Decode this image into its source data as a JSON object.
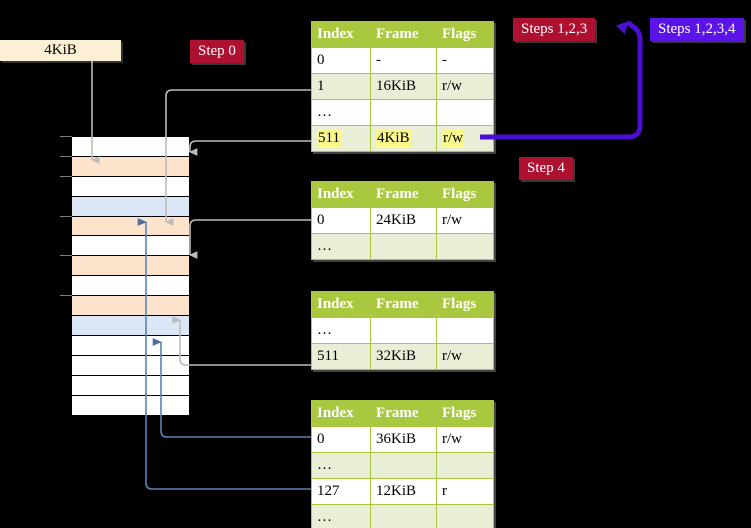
{
  "labels": {
    "size_box": "4KiB",
    "step0": "Step 0",
    "step4": "Step 4",
    "steps123": "Steps 1,2,3",
    "steps1234": "Steps 1,2,3,4"
  },
  "colors": {
    "table_header_green": "#a9c83f",
    "table_alt_row": "#e9eed7",
    "highlight_yellow": "#fbf78c",
    "badge_red": "#ae1130",
    "badge_purple": "#5a14e8",
    "size_box_cream": "#fbf0d3",
    "mem_orange": "#fde3cc",
    "mem_blue": "#dbe7f7",
    "arrow_gray": "#b3b3b3",
    "arrow_blue": "#5b83b5"
  },
  "columns": [
    "Index",
    "Frame",
    "Flags"
  ],
  "tables": [
    {
      "name": "pml4-table",
      "rows": [
        {
          "index": "0",
          "frame": "-",
          "flags": "-",
          "style": "plain",
          "highlight": false
        },
        {
          "index": "1",
          "frame": "16KiB",
          "flags": "r/w",
          "style": "alt",
          "highlight": false
        },
        {
          "index": "…",
          "frame": "",
          "flags": "",
          "style": "plain",
          "highlight": false
        },
        {
          "index": "511",
          "frame": "4KiB",
          "flags": "r/w",
          "style": "alt",
          "highlight": true
        }
      ]
    },
    {
      "name": "pdp-table",
      "rows": [
        {
          "index": "0",
          "frame": "24KiB",
          "flags": "r/w",
          "style": "plain",
          "highlight": false
        },
        {
          "index": "…",
          "frame": "",
          "flags": "",
          "style": "alt",
          "highlight": false
        }
      ]
    },
    {
      "name": "pd-table",
      "rows": [
        {
          "index": "…",
          "frame": "",
          "flags": "",
          "style": "plain",
          "highlight": false
        },
        {
          "index": "511",
          "frame": "32KiB",
          "flags": "r/w",
          "style": "alt",
          "highlight": false
        }
      ]
    },
    {
      "name": "pt-table",
      "rows": [
        {
          "index": "0",
          "frame": "36KiB",
          "flags": "r/w",
          "style": "plain",
          "highlight": false
        },
        {
          "index": "…",
          "frame": "",
          "flags": "",
          "style": "alt",
          "highlight": false
        },
        {
          "index": "127",
          "frame": "12KiB",
          "flags": "r",
          "style": "plain",
          "highlight": false
        },
        {
          "index": "…",
          "frame": "",
          "flags": "",
          "style": "alt",
          "highlight": false
        }
      ]
    }
  ],
  "memory_column": {
    "name": "physical-memory-column",
    "rows": [
      {
        "fill": "white"
      },
      {
        "fill": "orange"
      },
      {
        "fill": "white"
      },
      {
        "fill": "blue"
      },
      {
        "fill": "orange"
      },
      {
        "fill": "white"
      },
      {
        "fill": "orange"
      },
      {
        "fill": "white"
      },
      {
        "fill": "orange"
      },
      {
        "fill": "blue"
      },
      {
        "fill": "white"
      },
      {
        "fill": "white"
      },
      {
        "fill": "white"
      },
      {
        "fill": "white"
      }
    ]
  }
}
